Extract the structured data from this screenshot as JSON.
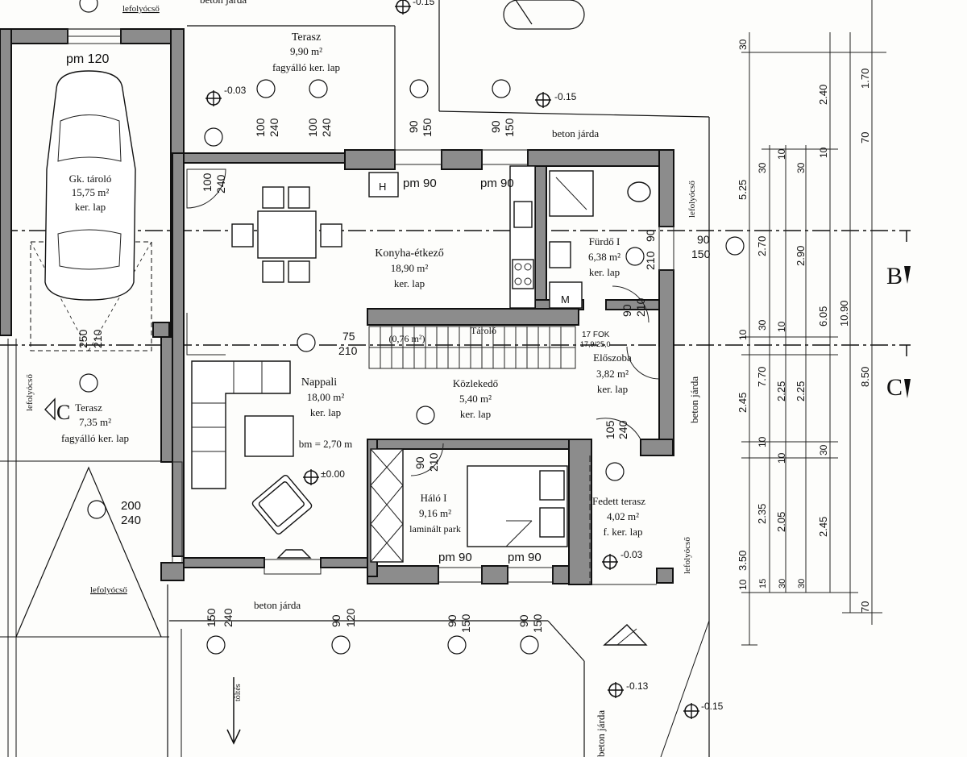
{
  "rooms": {
    "terasz_top": {
      "name": "Terasz",
      "area": "9,90 m²",
      "finish": "fagyálló ker. lap"
    },
    "garage": {
      "name": "Gk. tároló",
      "area": "15,75 m²",
      "finish": "ker. lap"
    },
    "kitchen": {
      "name": "Konyha-étkező",
      "area": "18,90 m²",
      "finish": "ker. lap"
    },
    "bath": {
      "name": "Fürdő I",
      "area": "6,38 m²",
      "finish": "ker. lap"
    },
    "living": {
      "name": "Nappali",
      "area": "18,00 m²",
      "finish": "ker. lap",
      "height": "bm = 2,70 m"
    },
    "hall": {
      "name": "Közlekedő",
      "area": "5,40 m²",
      "finish": "ker. lap"
    },
    "storage": {
      "name": "Tároló",
      "area": "(0,76 m²)"
    },
    "entry": {
      "name": "Előszoba",
      "area": "3,82 m²",
      "finish": "ker. lap"
    },
    "bedroom": {
      "name": "Háló I",
      "area": "9,16 m²",
      "finish": "laminált park"
    },
    "covered_terrace": {
      "name": "Fedett terasz",
      "area": "4,02 m²",
      "finish": "f. ker. lap"
    },
    "terasz_left": {
      "name": "Terasz",
      "area": "7,35 m²",
      "finish": "fagyálló ker. lap"
    }
  },
  "labels": {
    "beton_jarda": "beton járda",
    "lefolyocso": "lefolyócső",
    "toltes": "töltés",
    "stair_steps": "17 FOK",
    "stair_size": "17,9/25,0",
    "section_b": "B",
    "section_c": "C",
    "hood": "H",
    "machine": "M"
  },
  "openings": {
    "pm120": "pm 120",
    "pm90": "pm 90",
    "d1": [
      "100",
      "240"
    ],
    "d2": [
      "90",
      "150"
    ],
    "d3": [
      "90",
      "210"
    ],
    "d4": [
      "105",
      "240"
    ],
    "d5": [
      "200",
      "240"
    ],
    "d6": [
      "150",
      "240"
    ],
    "d7": [
      "90",
      "120"
    ],
    "d8": [
      "250",
      "210"
    ],
    "d9": [
      "75",
      "210"
    ]
  },
  "levels": {
    "l003": "-0.03",
    "l015": "-0.15",
    "l013": "-0.13",
    "l000": "±0.00"
  },
  "dims": {
    "col1": [
      "30",
      "5.25",
      "10",
      "2.45",
      "3.50",
      "10"
    ],
    "col2": [
      "30",
      "2.70",
      "30",
      "7.70",
      "10",
      "2.35",
      "15"
    ],
    "col3": [
      "10",
      "10",
      "2.25",
      "10",
      "2.05",
      "30"
    ],
    "col4": [
      "30",
      "2.90",
      "2.25",
      "30",
      "2.45",
      "30"
    ],
    "col5": [
      "10",
      "2.40",
      "6.05"
    ],
    "col6": [
      "10.90"
    ],
    "col7": [
      "1.70",
      "70",
      "8.50",
      "70"
    ]
  }
}
